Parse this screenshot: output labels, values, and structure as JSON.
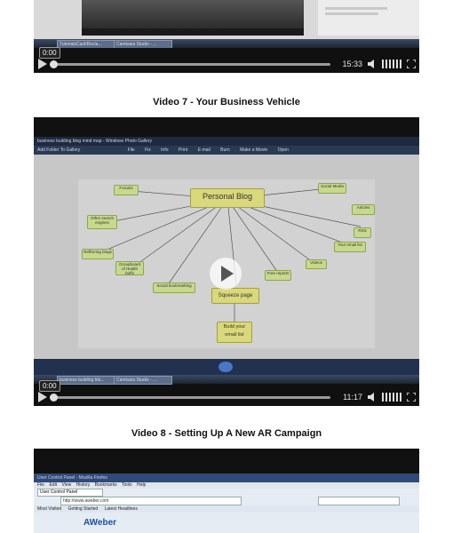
{
  "video6": {
    "bubble_time": "0:00",
    "duration": "15:33",
    "taskbar_items": [
      "TutorialsCashRecla...",
      "Camtasia Studio - ..."
    ]
  },
  "heading7": "Video 7 - Your Business Vehicle",
  "video7": {
    "window_title": "business building blog mind map - Windows Photo Gallery",
    "toolbar": [
      "Add Folder To Gallery",
      "File",
      "Fix",
      "Info",
      "Print",
      "E-mail",
      "Burn",
      "Make a Movie",
      "Open"
    ],
    "mindmap": {
      "center": "Personal Blog",
      "nodes": [
        "Forums",
        "Other search engines",
        "Refferring blogs",
        "Groupboard of Health buffs",
        "Social bookmarking",
        "Free reports",
        "Videos",
        "Your email list",
        "RSS",
        "Articles",
        "Social Media"
      ],
      "squeeze": "Squeeze page",
      "build": "Build your email list"
    },
    "bubble_time": "0:00",
    "duration": "11:17",
    "taskbar_items": [
      "business building blo...",
      "Camtasia Studio - ..."
    ]
  },
  "heading8": "Video 8 - Setting Up A New AR Campaign",
  "video8": {
    "window_title": "User Control Panel - Mozilla Firefox",
    "menu": [
      "File",
      "Edit",
      "View",
      "History",
      "Bookmarks",
      "Tools",
      "Help"
    ],
    "tab": "User Control Panel",
    "url": "http://www.aweber.com",
    "bookmarks": [
      "Most Visited",
      "Getting Started",
      "Latest Headlines"
    ],
    "logo": "AWeber"
  }
}
